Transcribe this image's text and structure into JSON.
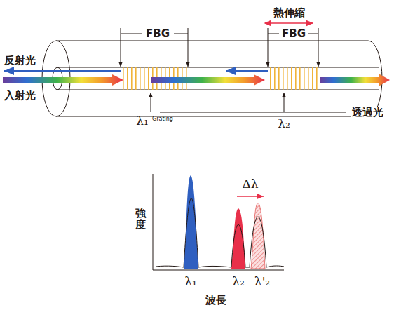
{
  "diagram": {
    "labels": [
      "熱伸縮",
      "FBG",
      "FBG",
      "反射光",
      "入射光",
      "λ₁",
      "Grating",
      "λ₂",
      "透過光",
      "Δλ",
      "強度",
      "λ₁",
      "λ₂",
      "λ'₂",
      "波長"
    ]
  }
}
